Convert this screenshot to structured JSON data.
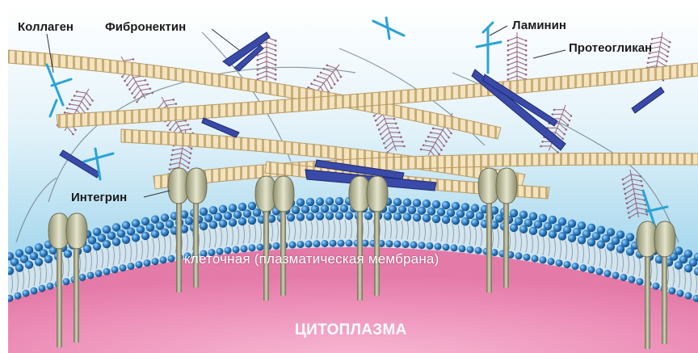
{
  "labels": {
    "collagen": "Коллаген",
    "fibronectin": "Фибронектин",
    "laminin": "Ламинин",
    "proteoglycan": "Протеогликан",
    "integrin": "Интегрин",
    "membrane": "клеточная (плазматическая мембрана)",
    "cytoplasm": "ЦИТОПЛАЗМА"
  },
  "colors": {
    "background_top": "#ffffff",
    "background_mid": "#bfe3f2",
    "cytoplasm": "#f2a6c6",
    "lipid_head": "#2f7fc4",
    "collagen": "#ecd9b0",
    "fibronectin": "#3a4aa8",
    "laminin": "#38a8d8",
    "proteoglycan": "#8a4a66",
    "integrin": "#c9c9ad"
  }
}
